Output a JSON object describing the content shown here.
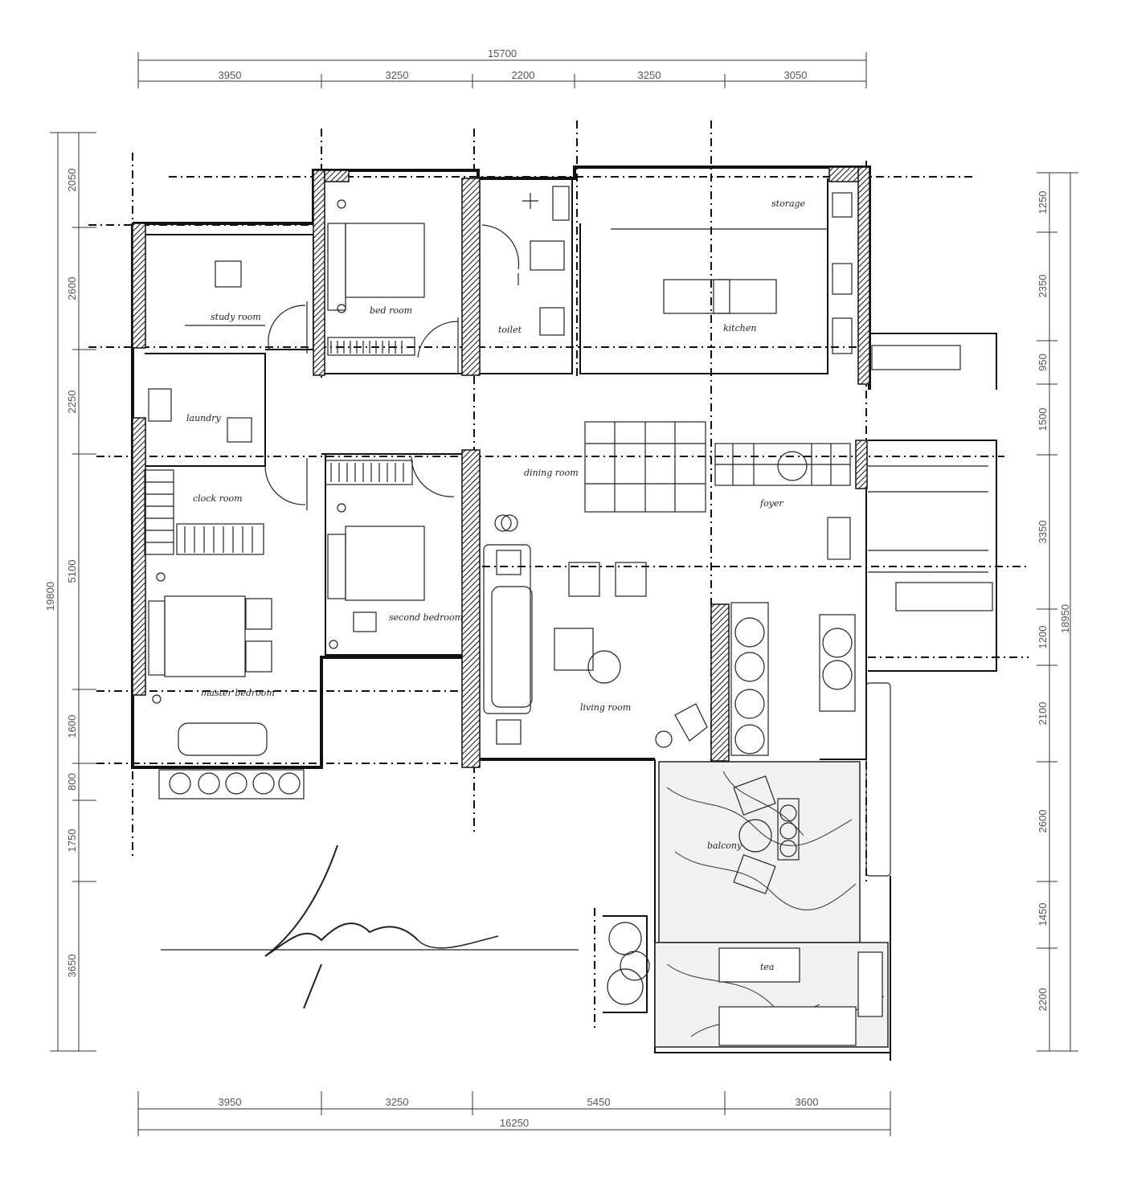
{
  "dimensions": {
    "top_total": "15700",
    "top": [
      "3950",
      "3250",
      "2200",
      "3250",
      "3050"
    ],
    "bottom": [
      "3950",
      "3250",
      "5450",
      "3600"
    ],
    "bottom_total": "16250",
    "left_total": "19800",
    "left": [
      "2050",
      "2600",
      "2250",
      "5100",
      "1600",
      "800",
      "1750",
      "3650"
    ],
    "right_total": "18950",
    "right": [
      "1250",
      "2350",
      "950",
      "1500",
      "3350",
      "1200",
      "2100",
      "2600",
      "1450",
      "2200"
    ]
  }
}
